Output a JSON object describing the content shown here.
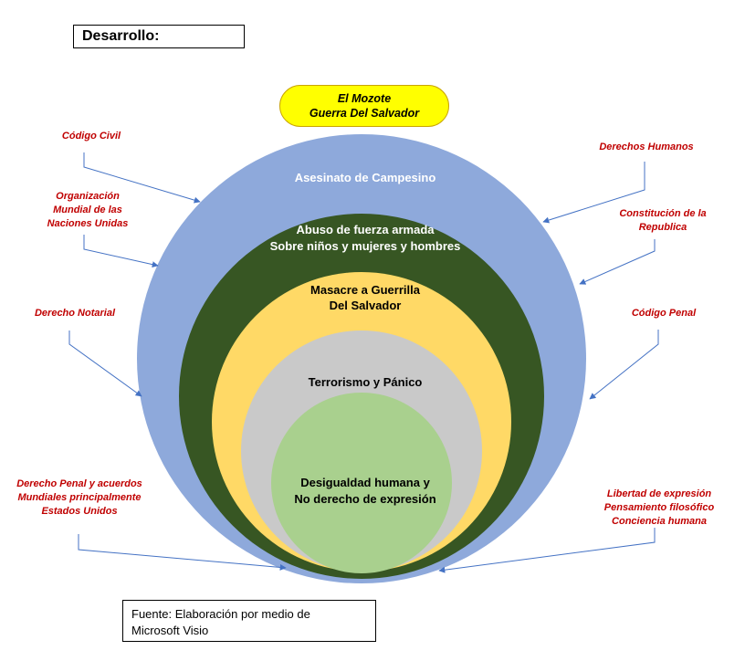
{
  "header": {
    "title": "Desarrollo:"
  },
  "top_pill": {
    "lines": [
      "El Mozote",
      "Guerra Del Salvador"
    ]
  },
  "rings": [
    {
      "id": "campesino",
      "lines": [
        "Asesinato de Campesino"
      ],
      "color": "#8ea9db"
    },
    {
      "id": "fuerza",
      "lines": [
        "Abuso de fuerza armada",
        "Sobre niños y mujeres y hombres"
      ],
      "color": "#375623"
    },
    {
      "id": "masacre",
      "lines": [
        "Masacre a Guerrilla",
        "Del Salvador"
      ],
      "color": "#ffd966"
    },
    {
      "id": "terrorismo",
      "lines": [
        "Terrorismo y Pánico"
      ],
      "color": "#c9c9c9"
    },
    {
      "id": "desigualdad",
      "lines": [
        "Desigualdad humana y",
        "No derecho de expresión"
      ],
      "color": "#a9d08e"
    }
  ],
  "left_labels": [
    {
      "id": "codigo-civil",
      "lines": [
        "Código Civil"
      ]
    },
    {
      "id": "organizacion",
      "lines": [
        "Organización",
        "Mundial de las",
        "Naciones Unidas"
      ]
    },
    {
      "id": "derecho-notarial",
      "lines": [
        "Derecho Notarial"
      ]
    },
    {
      "id": "derecho-penal",
      "lines": [
        "Derecho Penal y acuerdos",
        "Mundiales principalmente",
        "Estados Unidos"
      ]
    }
  ],
  "right_labels": [
    {
      "id": "derechos-humanos",
      "lines": [
        "Derechos Humanos"
      ]
    },
    {
      "id": "constitucion",
      "lines": [
        "Constitución de la",
        "Republica"
      ]
    },
    {
      "id": "codigo-penal",
      "lines": [
        "Código Penal"
      ]
    },
    {
      "id": "libertad",
      "lines": [
        "Libertad de expresión",
        "Pensamiento filosófico",
        "Conciencia humana"
      ]
    }
  ],
  "colors": {
    "label_red": "#c00000",
    "arrow_blue": "#4472c4"
  },
  "source": {
    "lines": [
      "Fuente: Elaboración por medio de",
      "Microsoft Visio"
    ]
  }
}
